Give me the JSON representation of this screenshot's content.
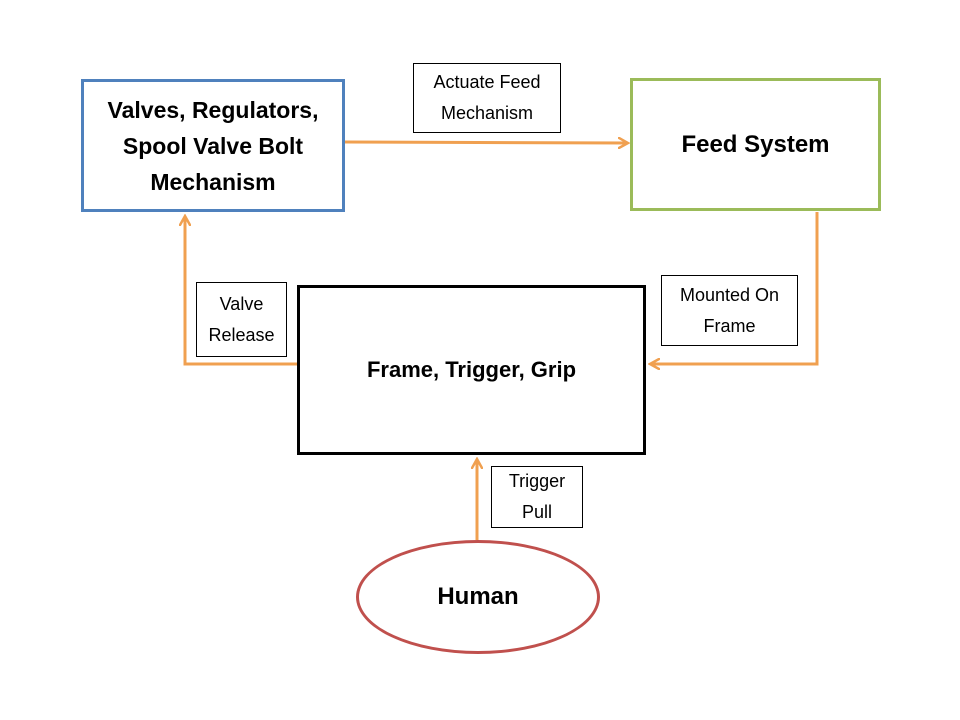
{
  "colors": {
    "arrow": "#f0a050",
    "valves_border": "#4f81bd",
    "feed_border": "#9bbb59",
    "frame_border": "#000000",
    "human_border": "#c0504d"
  },
  "nodes": {
    "valves": "Valves, Regulators,\nSpool Valve Bolt\nMechanism",
    "feed": "Feed System",
    "frame": "Frame, Trigger, Grip",
    "human": "Human"
  },
  "edge_labels": {
    "actuate": "Actuate Feed\nMechanism",
    "mounted": "Mounted On\nFrame",
    "valve_release": "Valve\nRelease",
    "trigger_pull": "Trigger\nPull"
  },
  "edges": [
    {
      "from": "valves",
      "to": "feed",
      "label": "actuate"
    },
    {
      "from": "feed",
      "to": "frame",
      "label": "mounted"
    },
    {
      "from": "frame",
      "to": "valves",
      "label": "valve_release"
    },
    {
      "from": "human",
      "to": "frame",
      "label": "trigger_pull"
    }
  ]
}
